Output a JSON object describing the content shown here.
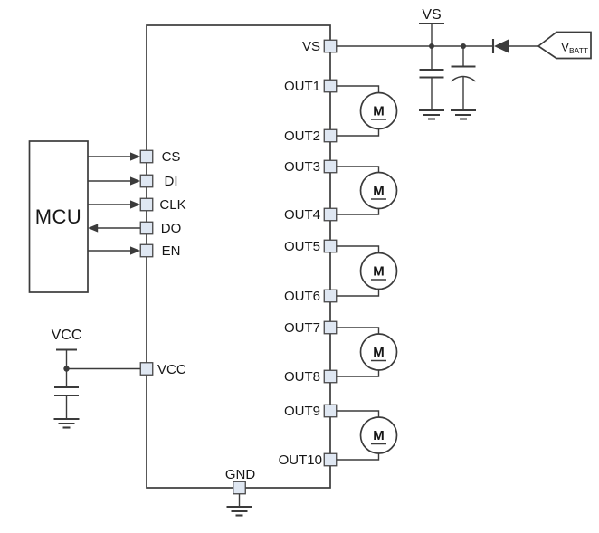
{
  "colors": {
    "line": "#3b3b3b",
    "pad_fill": "#dfe7f2",
    "text": "#161616",
    "background": "#ffffff"
  },
  "mcu": {
    "label": "MCU"
  },
  "ic": {
    "spi_pins": [
      {
        "label": "CS",
        "direction": "to-ic"
      },
      {
        "label": "DI",
        "direction": "to-ic"
      },
      {
        "label": "CLK",
        "direction": "to-ic"
      },
      {
        "label": "DO",
        "direction": "to-mcu"
      },
      {
        "label": "EN",
        "direction": "to-ic"
      }
    ],
    "vcc_pin": {
      "label": "VCC"
    },
    "vs_pin": {
      "label": "VS"
    },
    "gnd_pin": {
      "label": "GND"
    },
    "out_pins": [
      {
        "label": "OUT1"
      },
      {
        "label": "OUT2"
      },
      {
        "label": "OUT3"
      },
      {
        "label": "OUT4"
      },
      {
        "label": "OUT5"
      },
      {
        "label": "OUT6"
      },
      {
        "label": "OUT7"
      },
      {
        "label": "OUT8"
      },
      {
        "label": "OUT9"
      },
      {
        "label": "OUT10"
      }
    ]
  },
  "rails": {
    "vs_label": "VS",
    "vcc_label": "VCC"
  },
  "battery": {
    "main": "V",
    "sub": "BATT"
  },
  "motors": [
    {
      "label": "M"
    },
    {
      "label": "M"
    },
    {
      "label": "M"
    },
    {
      "label": "M"
    },
    {
      "label": "M"
    }
  ]
}
